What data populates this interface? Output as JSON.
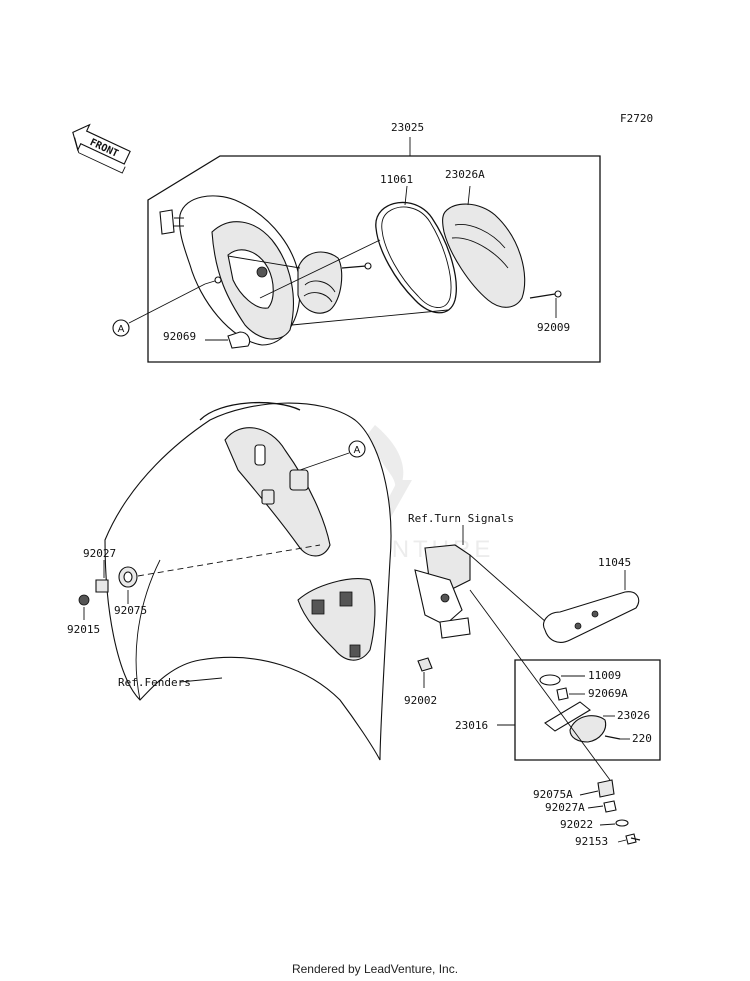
{
  "diagram_code": "F2720",
  "front_label": "FRONT",
  "circle_label": "A",
  "watermark": "EASYVENTURE",
  "footer": "Rendered by LeadVenture, Inc.",
  "parts": {
    "p23025": "23025",
    "p11061": "11061",
    "p23026A": "23026A",
    "p92009": "92009",
    "p92069": "92069",
    "ref_turn_signals": "Ref.Turn Signals",
    "p11045": "11045",
    "p92027": "92027",
    "p92075": "92075",
    "p92015": "92015",
    "ref_fenders": "Ref.Fenders",
    "p92002": "92002",
    "p11009": "11009",
    "p92069A": "92069A",
    "p23016": "23016",
    "p23026": "23026",
    "p220": "220",
    "p92075A": "92075A",
    "p92027A": "92027A",
    "p92022": "92022",
    "p92153": "92153"
  }
}
